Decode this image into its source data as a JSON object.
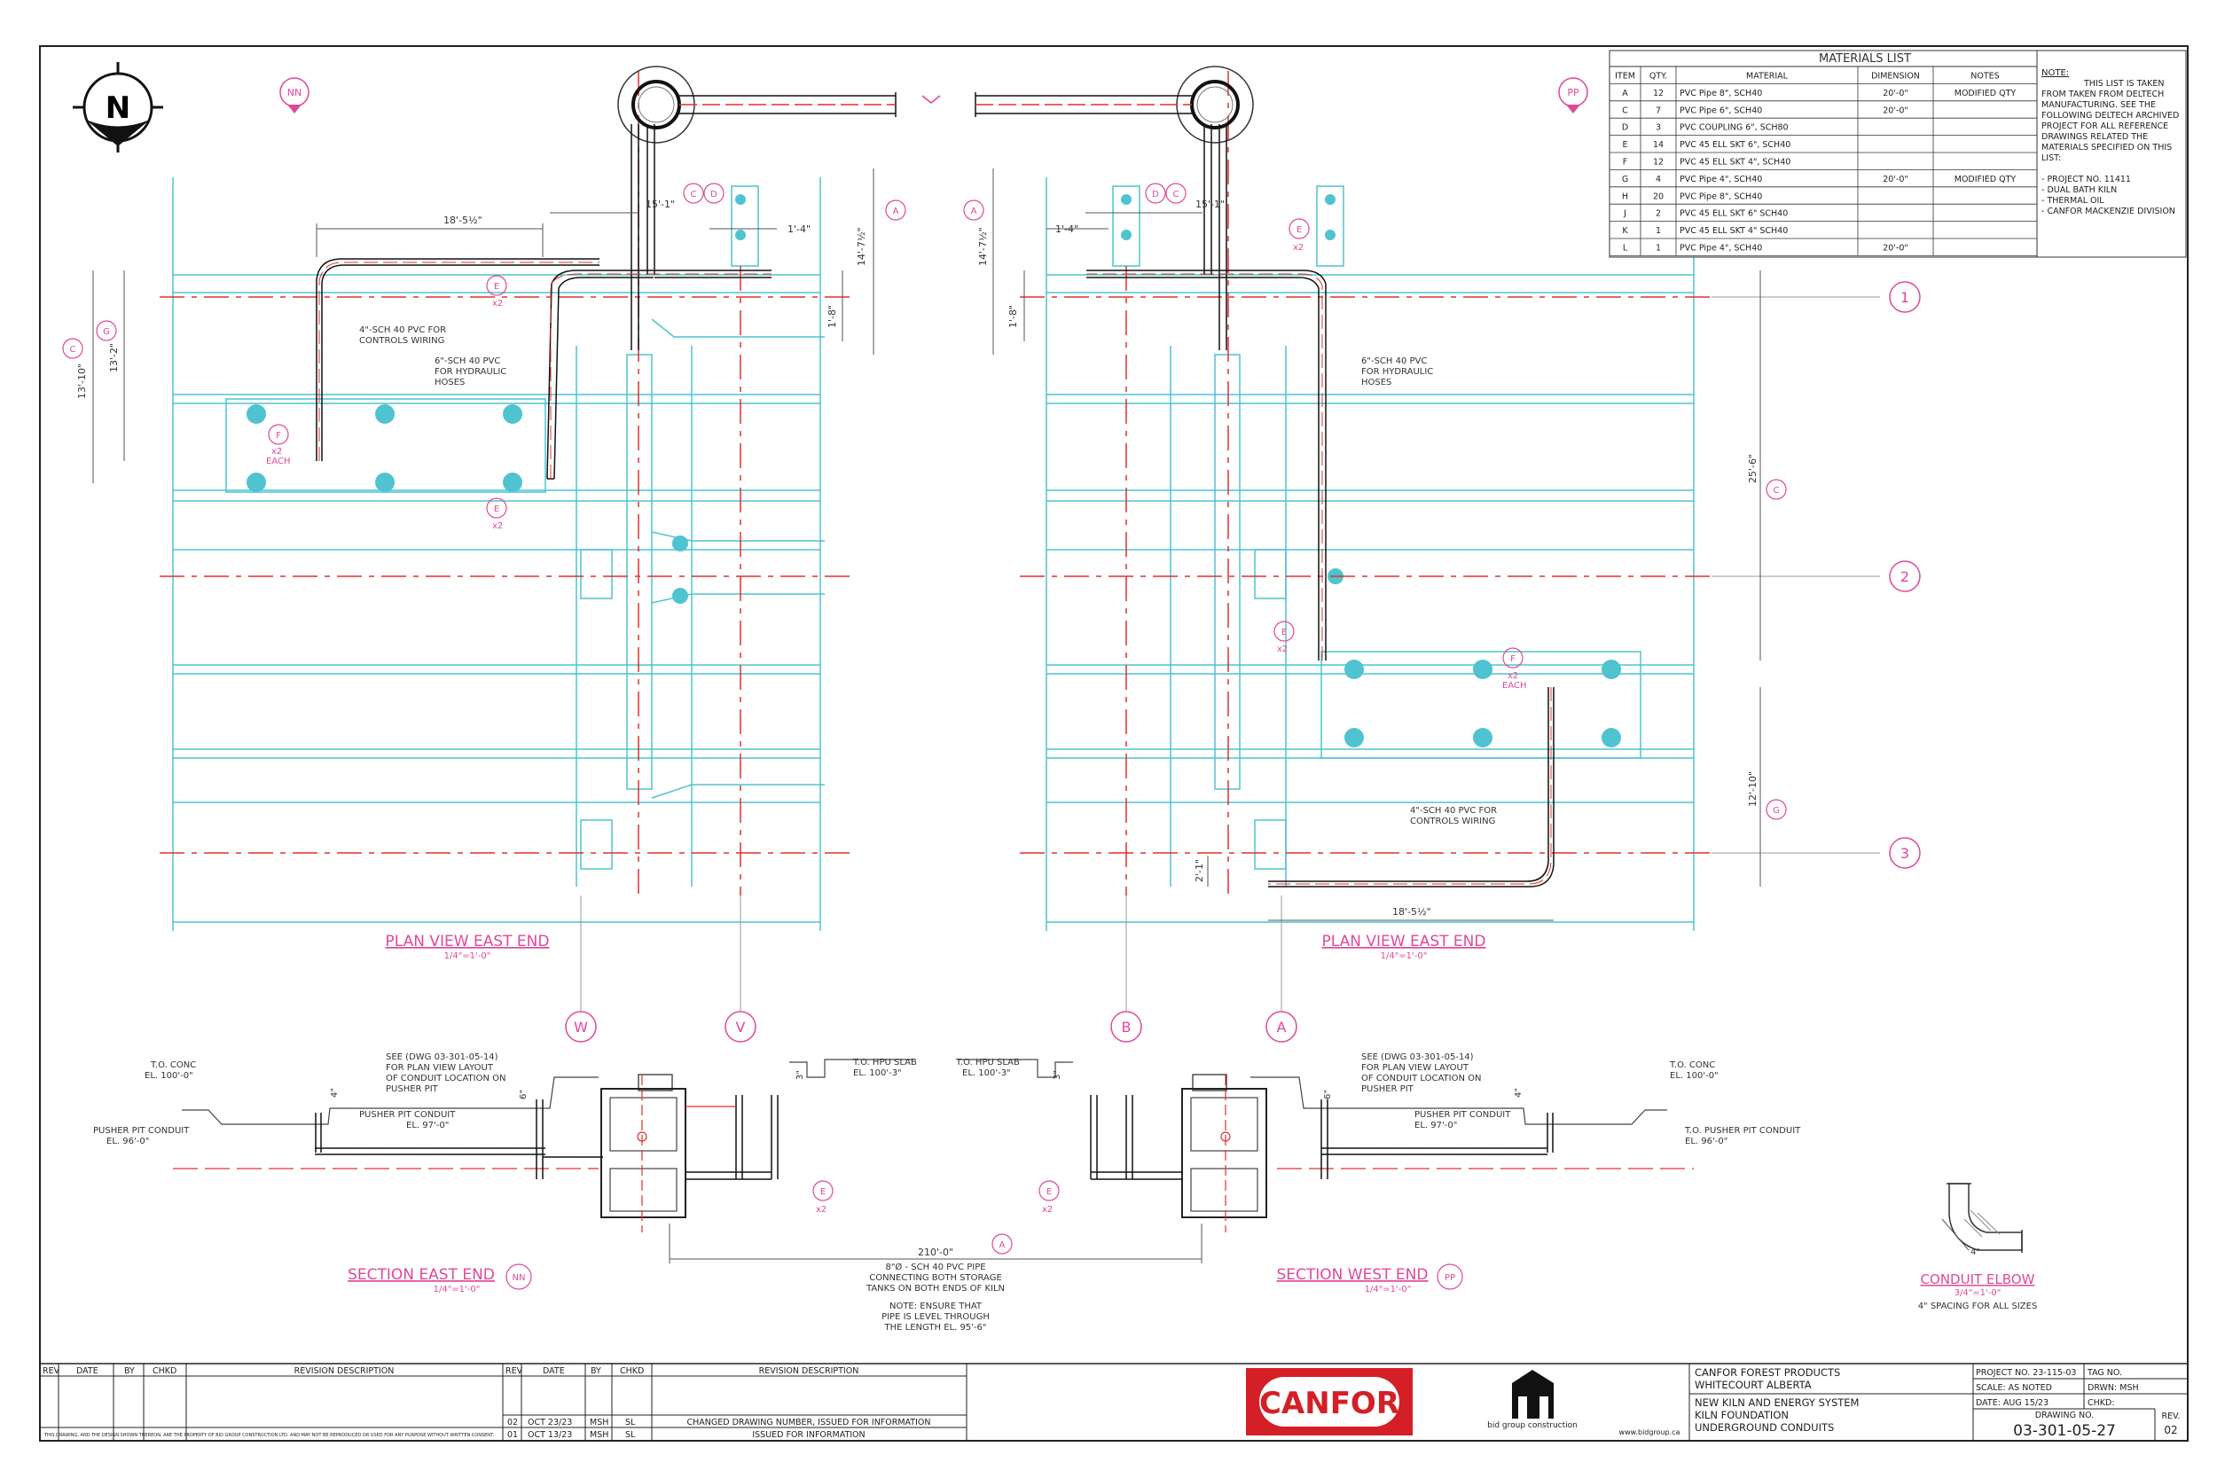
{
  "north_arrow": {
    "letter": "N"
  },
  "materials_list": {
    "title": "MATERIALS LIST",
    "headers": [
      "ITEM",
      "QTY.",
      "MATERIAL",
      "DIMENSION",
      "NOTES"
    ],
    "rows": [
      [
        "A",
        "12",
        "PVC Pipe 8\", SCH40",
        "20'-0\"",
        "MODIFIED QTY"
      ],
      [
        "C",
        "7",
        "PVC Pipe 6\", SCH40",
        "20'-0\"",
        ""
      ],
      [
        "D",
        "3",
        "PVC COUPLING 6\", SCH80",
        "",
        ""
      ],
      [
        "E",
        "14",
        "PVC 45 ELL SKT 6\", SCH40",
        "",
        ""
      ],
      [
        "F",
        "12",
        "PVC 45 ELL SKT 4\", SCH40",
        "",
        ""
      ],
      [
        "G",
        "4",
        "PVC Pipe 4\", SCH40",
        "20'-0\"",
        "MODIFIED QTY"
      ],
      [
        "H",
        "20",
        "PVC Pipe 8\", SCH40",
        "",
        ""
      ],
      [
        "J",
        "2",
        "PVC 45 ELL SKT 6\" SCH40",
        "",
        ""
      ],
      [
        "K",
        "1",
        "PVC 45 ELL SKT 4\" SCH40",
        "",
        ""
      ],
      [
        "L",
        "1",
        "PVC Pipe 4\", SCH40",
        "20'-0\"",
        ""
      ]
    ],
    "note_title": "NOTE:",
    "note_lines": [
      "THIS LIST IS TAKEN",
      "FROM TAKEN FROM DELTECH",
      "MANUFACTURING. SEE THE",
      "FOLLOWING DELTECH ARCHIVED",
      "PROJECT FOR ALL REFERENCE",
      "DRAWINGS RELATED THE",
      "MATERIALS SPECIFIED ON THIS",
      "LIST:",
      "",
      "- PROJECT NO. 11411",
      "- DUAL BATH KILN",
      "- THERMAL OIL",
      "- CANFOR MACKENZIE DIVISION"
    ]
  },
  "section_bubbles": {
    "nn": "NN",
    "pp": "PP"
  },
  "grid": {
    "row1": "1",
    "row2": "2",
    "row3": "3",
    "w": "W",
    "v": "V",
    "b": "B",
    "a": "A"
  },
  "plan_east": {
    "title": "PLAN VIEW EAST END",
    "scale": "1/4\"=1'-0\"",
    "dim_18": "18'-5½\"",
    "dim_15": "15'-1\"",
    "dim_1_4": "1'-4\"",
    "dim_14": "14'-7½\"",
    "dim_1_8": "1'-8\"",
    "dim_13_10": "13'-10\"",
    "dim_13_2": "13'-2\"",
    "note_4in": [
      "4\"-SCH 40 PVC FOR",
      "CONTROLS WIRING"
    ],
    "note_6in": [
      "6\"-SCH 40 PVC",
      "FOR HYDRAULIC",
      "HOSES"
    ],
    "tags": {
      "e": "E",
      "f": "F",
      "c": "C",
      "d": "D",
      "g": "G",
      "a": "A",
      "x2": "x2",
      "x2each": "x2",
      "each": "EACH"
    }
  },
  "plan_west": {
    "title": "PLAN VIEW EAST END",
    "scale": "1/4\"=1'-0\"",
    "dim_18": "18'-5½\"",
    "dim_15": "15'-1\"",
    "dim_1_4": "1'-4\"",
    "dim_14": "14'-7½\"",
    "dim_1_8": "1'-8\"",
    "dim_25": "25'-6\"",
    "dim_12": "12'-10\"",
    "dim_2_1": "2'-1\"",
    "note_6in": [
      "6\"-SCH 40 PVC",
      "FOR HYDRAULIC",
      "HOSES"
    ],
    "note_4in": [
      "4\"-SCH 40 PVC FOR",
      "CONTROLS WIRING"
    ],
    "tags": {
      "e": "E",
      "f": "F",
      "c": "C",
      "d": "D",
      "g": "G",
      "a": "A",
      "x2": "x2",
      "x2each": "x2",
      "each": "EACH"
    }
  },
  "section_east": {
    "title": "SECTION EAST END",
    "scale": "1/4\"=1'-0\"",
    "to_conc": [
      "T.O. CONC",
      "EL. 100'-0\""
    ],
    "pusher_pit_conduit": [
      "PUSHER PIT CONDUIT",
      "EL. 96'-0\""
    ],
    "pusher_pit_conduit2": [
      "PUSHER PIT CONDUIT",
      "EL. 97'-0\""
    ],
    "see_dwg": [
      "SEE (DWG 03-301-05-14)",
      "FOR PLAN VIEW LAYOUT",
      "OF CONDUIT LOCATION ON",
      "PUSHER PIT"
    ],
    "to_hpu": [
      "T.O. HPU SLAB",
      "EL. 100'-3\""
    ],
    "dim_6": "6\"",
    "dim_4": "4\"",
    "dim_3": "3\"",
    "tag_e": "E",
    "x2": "x2"
  },
  "section_west": {
    "title": "SECTION WEST END",
    "scale": "1/4\"=1'-0\"",
    "to_conc": [
      "T.O. CONC",
      "EL. 100'-0\""
    ],
    "pusher_pit_conduit": [
      "T.O. PUSHER PIT CONDUIT",
      "EL. 96'-0\""
    ],
    "pusher_pit_conduit2": [
      "PUSHER PIT CONDUIT",
      "EL. 97'-0\""
    ],
    "see_dwg": [
      "SEE (DWG 03-301-05-14)",
      "FOR PLAN VIEW LAYOUT",
      "OF CONDUIT LOCATION ON",
      "PUSHER PIT"
    ],
    "to_hpu": [
      "T.O. HPU SLAB",
      "EL. 100'-3\""
    ],
    "dim_6": "6\"",
    "dim_4": "4\"",
    "dim_3": "3\"",
    "tag_e": "E",
    "x2": "x2"
  },
  "connection": {
    "dim": "210'-0\"",
    "tag": "A",
    "lines": [
      "8\"Ø - SCH 40 PVC PIPE",
      "CONNECTING BOTH STORAGE",
      "TANKS ON BOTH ENDS OF KILN"
    ],
    "note": [
      "NOTE: ENSURE THAT",
      "PIPE IS LEVEL THROUGH",
      "THE LENGTH EL. 95'-6\""
    ]
  },
  "conduit_elbow": {
    "title": "CONDUIT ELBOW",
    "scale": "3/4\"=1'-0\"",
    "spacing": "4\" SPACING FOR ALL SIZES",
    "dim": "4\""
  },
  "title_block": {
    "rev_headers": [
      "REV",
      "DATE",
      "BY",
      "CHKD",
      "REVISION DESCRIPTION"
    ],
    "revisions": [
      [
        "02",
        "OCT 23/23",
        "MSH",
        "SL",
        "CHANGED DRAWING NUMBER, ISSUED FOR INFORMATION"
      ],
      [
        "01",
        "OCT 13/23",
        "MSH",
        "SL",
        "ISSUED FOR INFORMATION"
      ]
    ],
    "disclaimer": "THIS DRAWING, AND THE DESIGN SHOWN THEREON, ARE THE PROPERTY OF BID GROUP CONSTRUCTION LTD. AND MAY NOT BE REPRODUCED OR USED FOR ANY PURPOSE WITHOUT WRITTEN CONSENT.",
    "canfor_logo": "CANFOR",
    "bid_caption": "bid group construction",
    "bid_url": "www.bidgroup.ca",
    "client": [
      "CANFOR FOREST PRODUCTS",
      "WHITECOURT ALBERTA"
    ],
    "project": [
      "NEW KILN AND ENERGY SYSTEM",
      "KILN FOUNDATION",
      "UNDERGROUND CONDUITS"
    ],
    "project_no": "PROJECT NO. 23-115-03",
    "tag_no": "TAG NO.",
    "scale": "SCALE: AS NOTED",
    "drwn": "DRWN: MSH",
    "date": "DATE: AUG 15/23",
    "chkd": "CHKD:",
    "drawing_no_label": "DRAWING NO.",
    "drawing_no": "03-301-05-27",
    "rev_label": "REV.",
    "rev": "02"
  },
  "colors": {
    "cyan": "#4fc3d0",
    "red": "#e0302c",
    "magenta": "#e0489a",
    "pipe": "#1a1a1a",
    "canfor_red": "#d41f26"
  }
}
